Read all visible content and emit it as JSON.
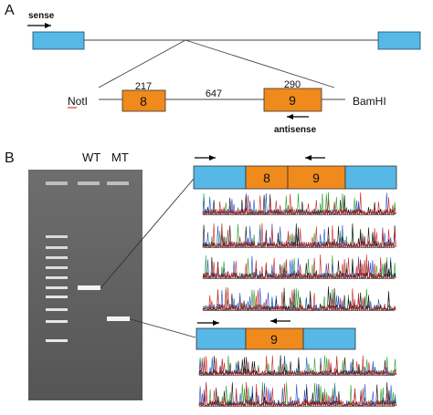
{
  "panel_a": {
    "label": "A",
    "sense_label": "sense",
    "exon_left": {
      "label": "8",
      "size_label": "217"
    },
    "intron_size_label": "647",
    "exon_right": {
      "label": "9",
      "size_label": "290"
    },
    "left_site": "NotI",
    "right_site": "BamHI",
    "antisense_label": "antisense"
  },
  "panel_b": {
    "label": "B",
    "lanes": [
      "WT",
      "MT"
    ],
    "wt_construct": [
      "8",
      "9"
    ],
    "mt_construct": [
      "9"
    ]
  },
  "colors": {
    "exon_blue": "#56b8e6",
    "exon_orange": "#f08a1c",
    "gel_background": "#5e5e5e",
    "band": "#f2f2f2"
  }
}
